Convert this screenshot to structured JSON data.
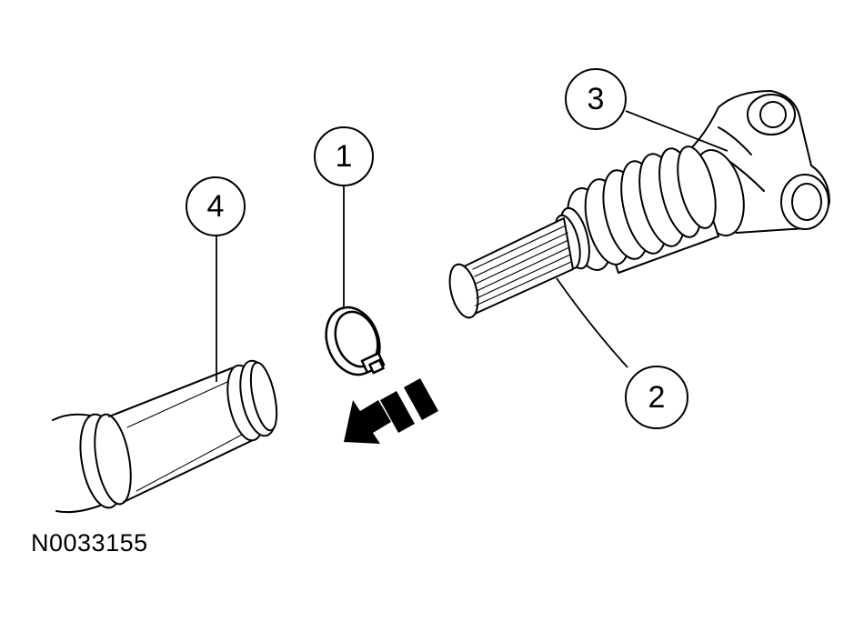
{
  "callouts": {
    "c1": "1",
    "c2": "2",
    "c3": "3",
    "c4": "4"
  },
  "figure_id": "N0033155",
  "colors": {
    "ink": "#000000",
    "paper": "#ffffff"
  }
}
